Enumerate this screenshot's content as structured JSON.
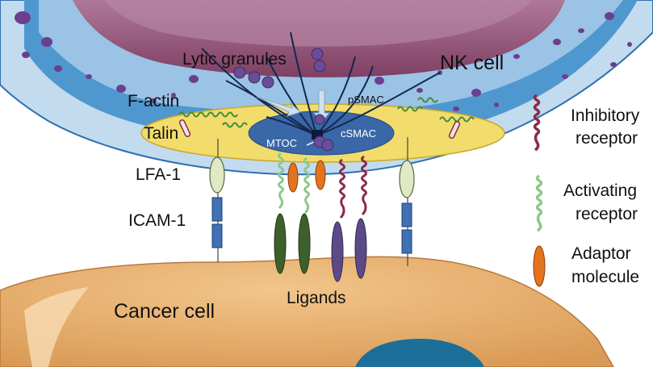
{
  "labels": {
    "lytic_granules": "Lytic granules",
    "nk_cell": "NK cell",
    "f_actin": "F-actin",
    "talin": "Talin",
    "psmac": "pSMAC",
    "csmac": "cSMAC",
    "mtoc": "MTOC",
    "lfa1": "LFA-1",
    "icam1": "ICAM-1",
    "ligands": "Ligands",
    "cancer_cell": "Cancer cell"
  },
  "legend": {
    "inhibitory_line1": "Inhibitory",
    "inhibitory_line2": "receptor",
    "activating_line1": "Activating",
    "activating_line2": "receptor",
    "adaptor_line1": "Adaptor",
    "adaptor_line2": "molecule"
  },
  "colors": {
    "nk_outer": "#a7c9e6",
    "nk_inner": "#4f97cf",
    "nucleus": "#8c4d72",
    "granule": "#6b4c9a",
    "psmac": "#f2dc6b",
    "csmac": "#3a67a8",
    "cancer": "#e9b272",
    "cancer_nucleus": "#1c6f99",
    "inhibitory": "#8b2a4a",
    "activating": "#8cc98b",
    "adaptor": "#e3741f",
    "lfa1": "#dfe9c5",
    "icam1": "#3f71b4",
    "ligand_green": "#3e5f2a",
    "ligand_purple": "#5b4a87"
  }
}
